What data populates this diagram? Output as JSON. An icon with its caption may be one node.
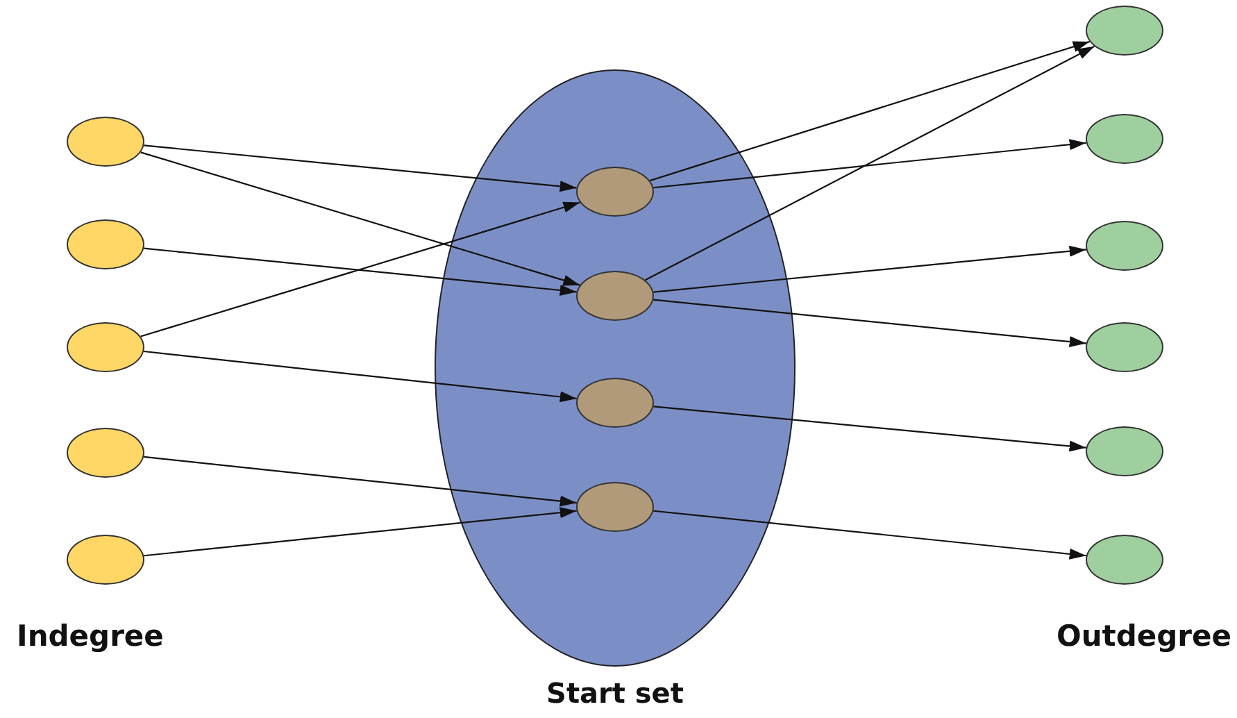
{
  "diagram": {
    "nodes": [
      {
        "text": [],
        "shape": "circle"
      },
      {
        "text": [],
        "shape": "circle"
      },
      {
        "text": [],
        "shape": "circle"
      },
      {
        "text": [],
        "shape": "circle"
      },
      {
        "text": [],
        "shape": "circle"
      },
      {
        "text": [
          "Start set"
        ]
      },
      {
        "text": [],
        "shape": "circle",
        "in": 5
      },
      {
        "text": [],
        "shape": "circle",
        "in": 5
      },
      {
        "text": [],
        "shape": "circle",
        "in": 5
      },
      {
        "text": [],
        "shape": "circle",
        "in": 5
      },
      {
        "text": [],
        "shape": "circle"
      },
      {
        "text": [],
        "shape": "circle"
      },
      {
        "text": [],
        "shape": "circle"
      },
      {
        "text": [],
        "shape": "circle"
      },
      {
        "text": [],
        "shape": "circle"
      },
      {
        "text": [],
        "shape": "circle"
      }
    ],
    "edges": [
      {
        "from": 0,
        "to": 6,
        "arrow": "to"
      },
      {
        "from": 0,
        "to": 7,
        "arrow": "to"
      },
      {
        "from": 1,
        "to": 7,
        "arrow": "to"
      },
      {
        "from": 2,
        "to": 6,
        "arrow": "to"
      },
      {
        "from": 2,
        "to": 8,
        "arrow": "to"
      },
      {
        "from": 3,
        "to": 9,
        "arrow": "to"
      },
      {
        "from": 4,
        "to": 9,
        "arrow": "to"
      },
      {
        "from": 6,
        "to": 10,
        "arrow": "to"
      },
      {
        "from": 6,
        "to": 11,
        "arrow": "to"
      },
      {
        "from": 7,
        "to": 10,
        "arrow": "to"
      },
      {
        "from": 7,
        "to": 12,
        "arrow": "to"
      },
      {
        "from": 7,
        "to": 13,
        "arrow": "to"
      },
      {
        "from": 8,
        "to": 14,
        "arrow": "to"
      },
      {
        "from": 9,
        "to": 15,
        "arrow": "to"
      }
    ],
    "labels": [
      "Indegree",
      "Outdegree"
    ]
  }
}
